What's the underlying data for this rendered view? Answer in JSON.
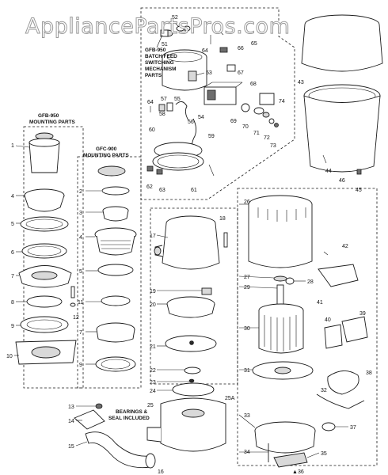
{
  "watermark": "AppliancePartsPros.com",
  "groups": {
    "gfb_batch": [
      "GFB-950",
      "BATCH FEED",
      "SWITCHING",
      "MECHANISM",
      "PARTS"
    ],
    "gfb_mount": [
      "GFB-950",
      "MOUNTING PARTS"
    ],
    "gfc_mount": [
      "GFC-900",
      "MOUNTING PARTS"
    ],
    "bearings": [
      "BEARINGS &",
      "SEAL INCLUDED"
    ]
  },
  "part_numbers": {
    "p1": "1",
    "p2": "2",
    "p3": "3",
    "p4a": "4",
    "p4b": "4",
    "p5a": "5",
    "p5b": "5",
    "p6": "6",
    "p7a": "7",
    "p7b": "7",
    "p8": "8",
    "p9a": "9",
    "p9b": "9",
    "p10": "10",
    "p11": "11",
    "p12": "12",
    "p13": "13",
    "p14": "14",
    "p15": "15",
    "p16": "16",
    "p17": "17",
    "p18": "18",
    "p19": "19",
    "p20": "20",
    "p21": "21",
    "p22": "22",
    "p23": "23",
    "p24": "24",
    "p25": "25",
    "p25a": "25A",
    "p26": "26",
    "p27": "27",
    "p28": "28",
    "p29": "29",
    "p30": "30",
    "p31": "31",
    "p32": "32",
    "p33": "33",
    "p34": "34",
    "p35": "35",
    "p36": "36",
    "p37": "37",
    "p38": "38",
    "p39": "39",
    "p40": "40",
    "p41": "41",
    "p42": "42",
    "p43": "43",
    "p44": "44",
    "p45": "45",
    "p46": "46",
    "p51": "51",
    "p52": "52",
    "p53": "53",
    "p54": "54",
    "p55": "55",
    "p56": "56",
    "p57": "57",
    "p58": "58",
    "p59": "59",
    "p60": "60",
    "p61": "61",
    "p62": "62",
    "p63": "63",
    "p64a": "64",
    "p64b": "64",
    "p65": "65",
    "p66": "66",
    "p67": "67",
    "p68": "68",
    "p69": "69",
    "p70": "70",
    "p71": "71",
    "p72": "72",
    "p73": "73",
    "p74": "74"
  },
  "callout_marker": "▲"
}
